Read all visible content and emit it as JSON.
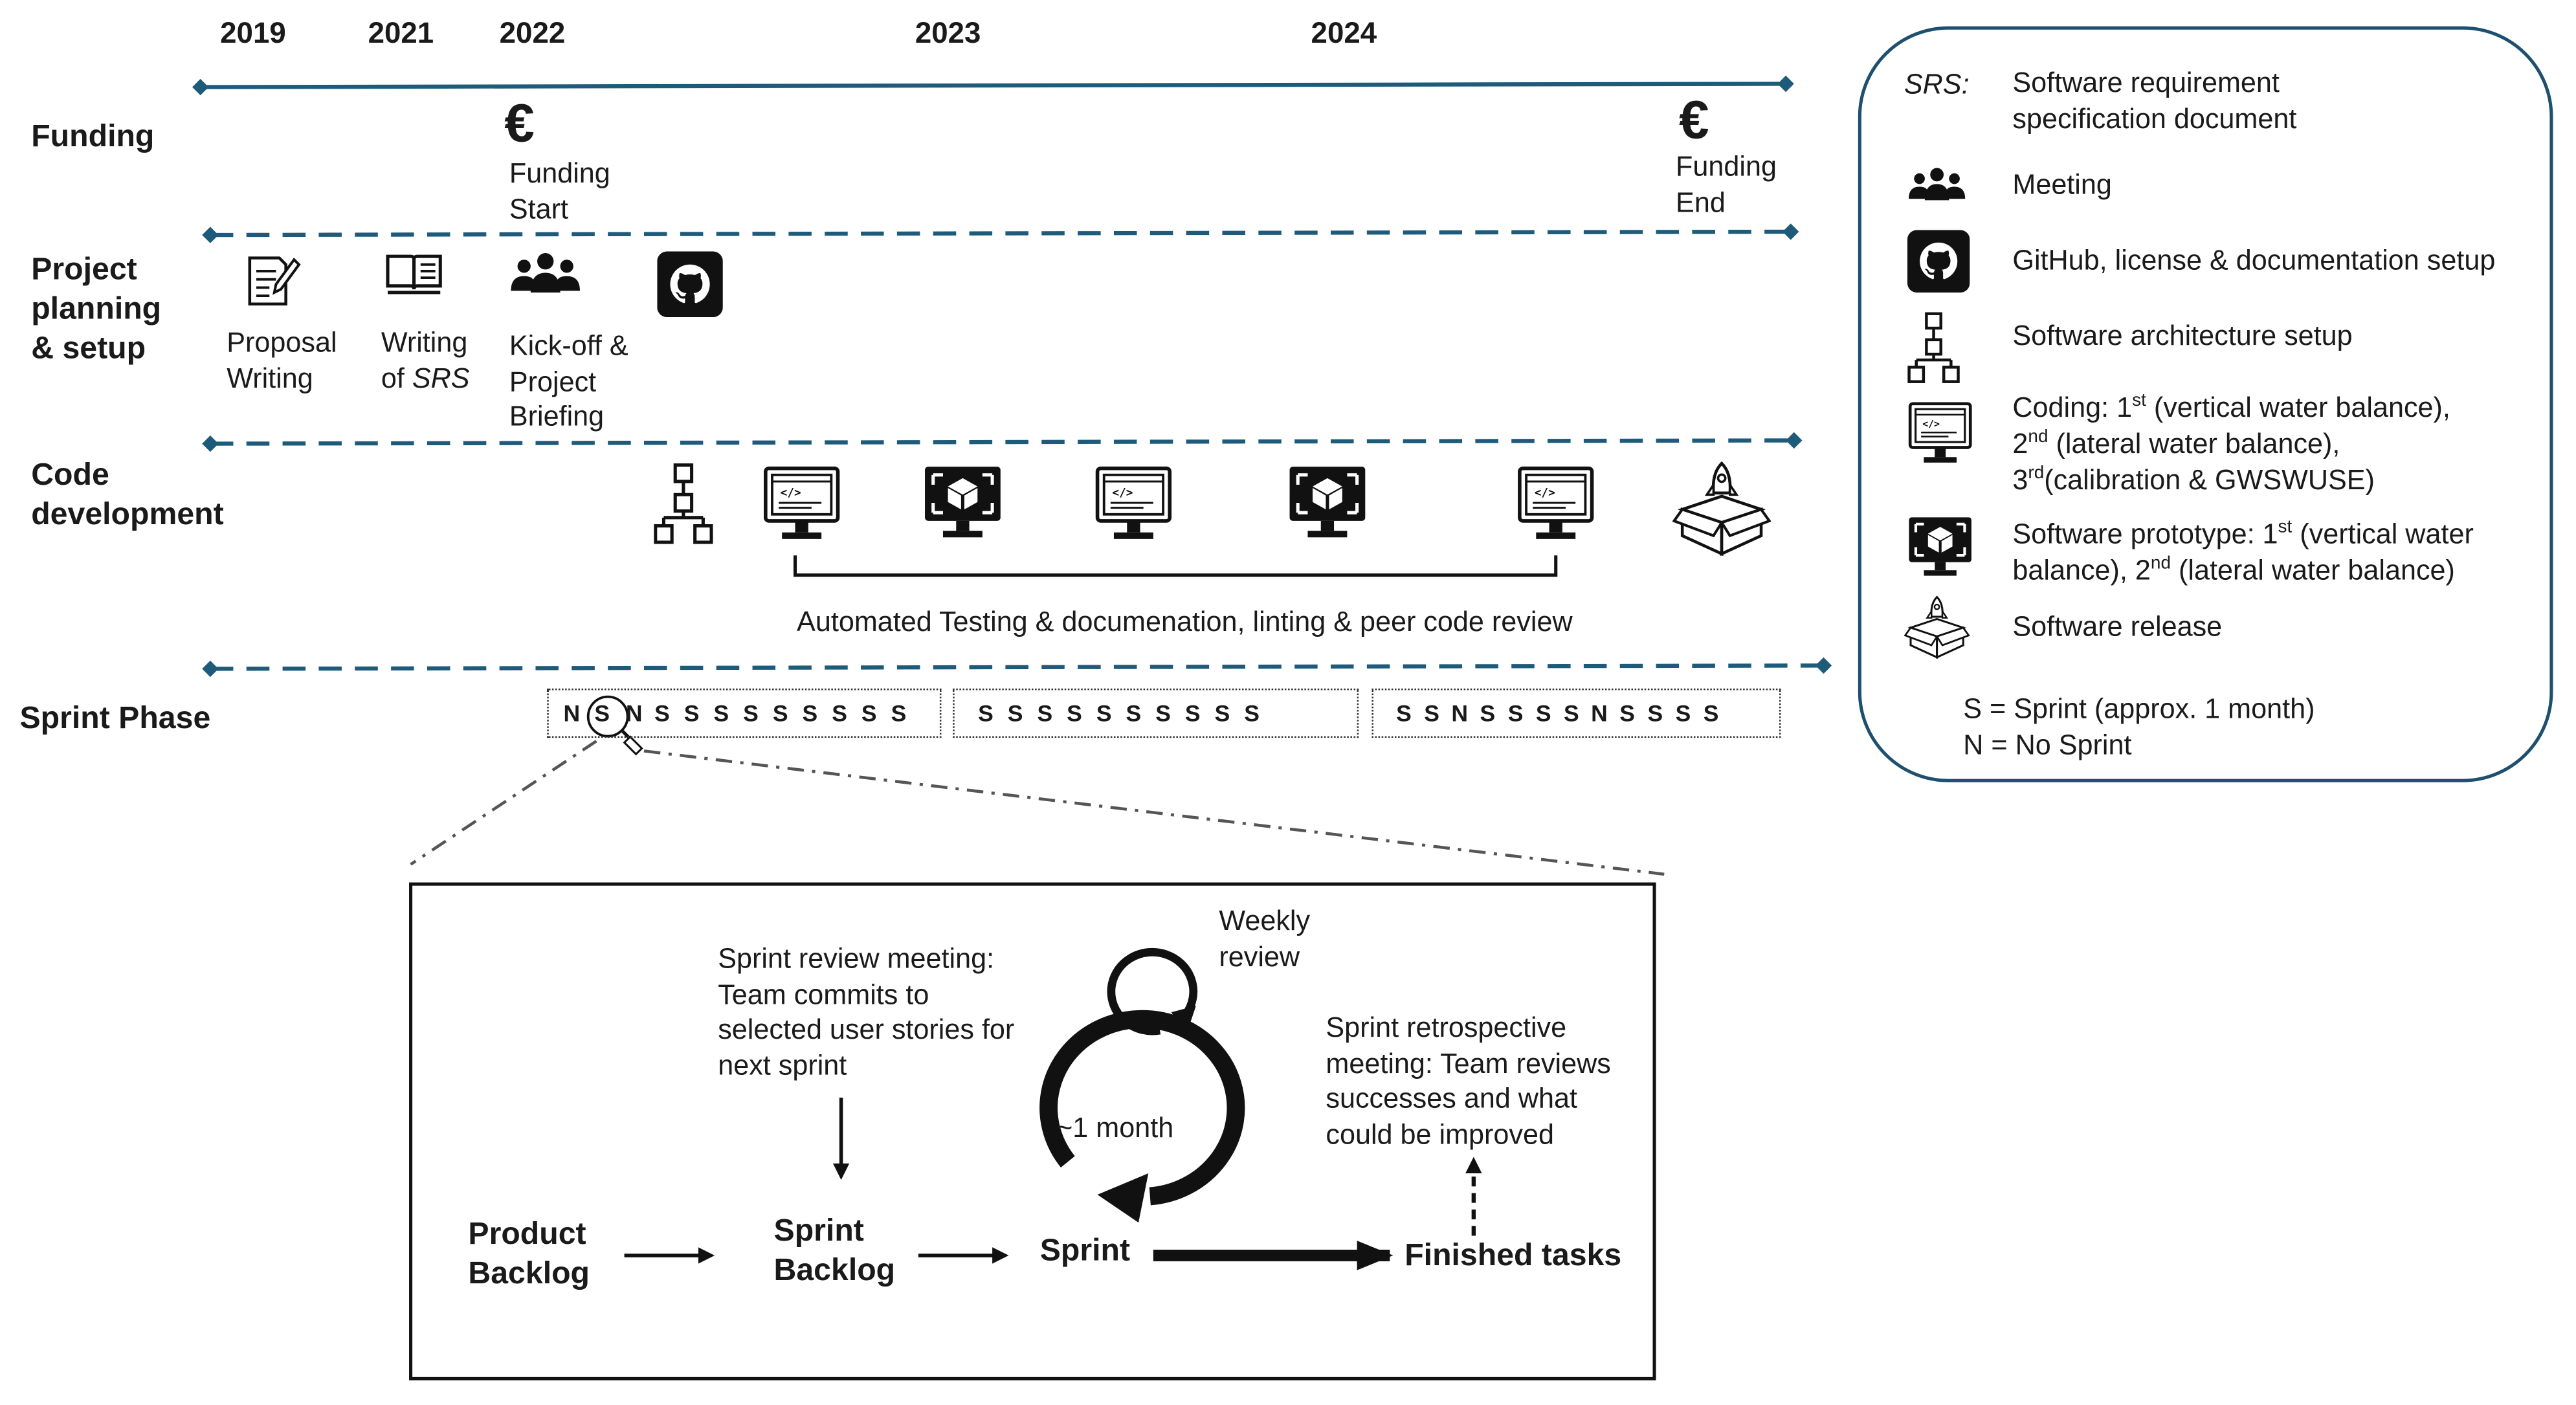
{
  "timeline": {
    "years": [
      "2019",
      "2021",
      "2022",
      "2023",
      "2024"
    ]
  },
  "rows": {
    "funding": "Funding",
    "planning": "Project planning & setup",
    "code": "Code development",
    "sprint": "Sprint Phase"
  },
  "funding": {
    "start_symbol": "€",
    "start_label": "Funding Start",
    "end_symbol": "€",
    "end_label": "Funding End"
  },
  "planning": {
    "proposal_label": "Proposal Writing",
    "srs_label_prefix": "Writing of ",
    "srs_label_italic": "SRS",
    "kickoff_label": "Kick-off & Project Briefing"
  },
  "code": {
    "bracket_label": "Automated Testing & documenation, linting & peer code review"
  },
  "sprints": {
    "block1": [
      "N",
      "S",
      "N",
      "S",
      "S",
      "S",
      "S",
      "S",
      "S",
      "S",
      "S",
      "S"
    ],
    "block2": [
      "S",
      "S",
      "S",
      "S",
      "S",
      "S",
      "S",
      "S",
      "S",
      "S"
    ],
    "block3": [
      "S",
      "S",
      "N",
      "S",
      "S",
      "S",
      "S",
      "N",
      "S",
      "S",
      "S",
      "S"
    ]
  },
  "legend": {
    "srs_key": "SRS:",
    "srs_text_1": "Software requirement",
    "srs_text_2": "specification document",
    "meeting": "Meeting",
    "github": "GitHub, license & documentation setup",
    "architecture": "Software architecture setup",
    "coding_1a": "Coding: 1",
    "coding_1_sup": "st",
    "coding_1b": " (vertical water balance),",
    "coding_2a": "2",
    "coding_2_sup": "nd",
    "coding_2b": " (lateral water balance),",
    "coding_3a": "3",
    "coding_3_sup": "rd",
    "coding_3b": "(calibration &    GWSWUSE)",
    "proto_1a": "Software prototype: 1",
    "proto_1_sup": "st",
    "proto_1b": " (vertical water",
    "proto_2a": "balance),  2",
    "proto_2_sup": "nd",
    "proto_2b": " (lateral water balance)",
    "release": "Software release",
    "sprint_def": "S = Sprint (approx. 1 month)",
    "nosprint_def": "N = No Sprint"
  },
  "scrum": {
    "weekly_review": "Weekly review",
    "review_meeting": "Sprint review meeting: Team commits to selected user stories for next sprint",
    "month": "~1 month",
    "retro": "Sprint retrospective meeting: Team reviews successes and what could be improved",
    "product_backlog": "Product Backlog",
    "sprint_backlog": "Sprint Backlog",
    "sprint": "Sprint",
    "finished": "Finished tasks"
  },
  "colors": {
    "timeline": "#1e5a7a",
    "legend_border": "#1e4f6e",
    "text": "#1a1a1a"
  }
}
